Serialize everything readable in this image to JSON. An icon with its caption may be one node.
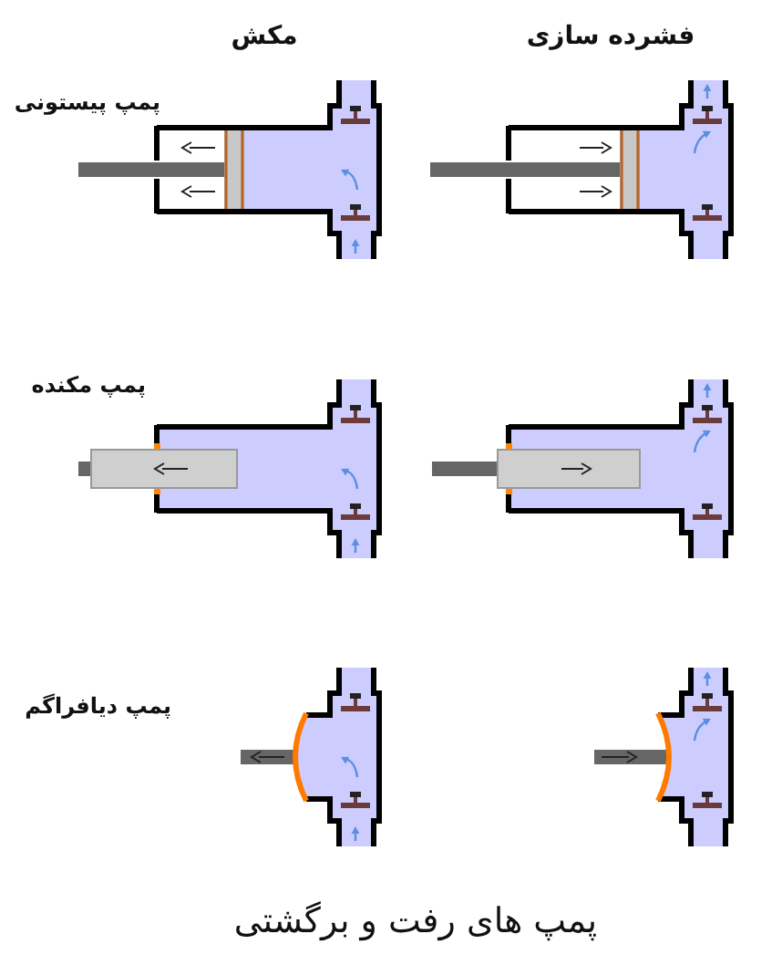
{
  "diagram": {
    "caption": "پمپ های رفت و برگشتی",
    "labels": [
      "فشرده سازی",
      "مکش",
      "پمپ پیستونی",
      "پمپ مکنده",
      "پمپ دیافراگم"
    ]
  }
}
